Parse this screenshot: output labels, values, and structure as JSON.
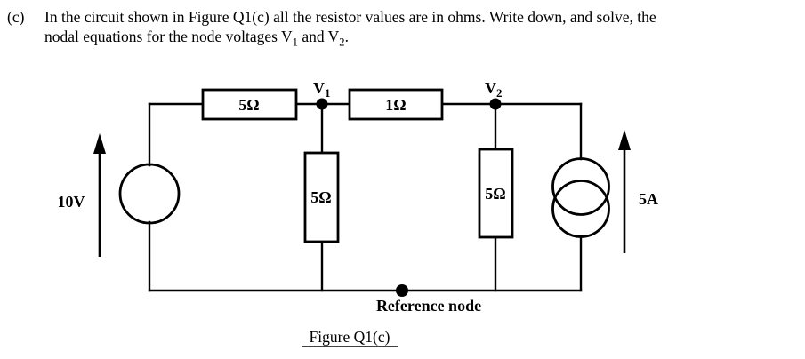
{
  "colors": {
    "ink": "#000000",
    "paper": "#ffffff"
  },
  "question": {
    "number": "(c)",
    "line1": "In the circuit shown in Figure Q1(c) all the resistor values are in ohms. Write down, and solve, the",
    "line2_before_v1": "nodal equations for the node voltages V",
    "v1_subscript": "1",
    "line2_between": " and V",
    "v2_subscript": "2",
    "line2_end": "."
  },
  "circuit": {
    "voltage_source_label": "10V",
    "current_source_label": "5A",
    "resistor_top_left": "5Ω",
    "resistor_top_mid": "1Ω",
    "resistor_v1_branch": "5Ω",
    "resistor_v2_branch": "5Ω",
    "node_v1": {
      "base": "V",
      "subscript": "1"
    },
    "node_v2": {
      "base": "V",
      "subscript": "2"
    },
    "reference_node_label": "Reference node",
    "caption": "Figure Q1(c)"
  }
}
